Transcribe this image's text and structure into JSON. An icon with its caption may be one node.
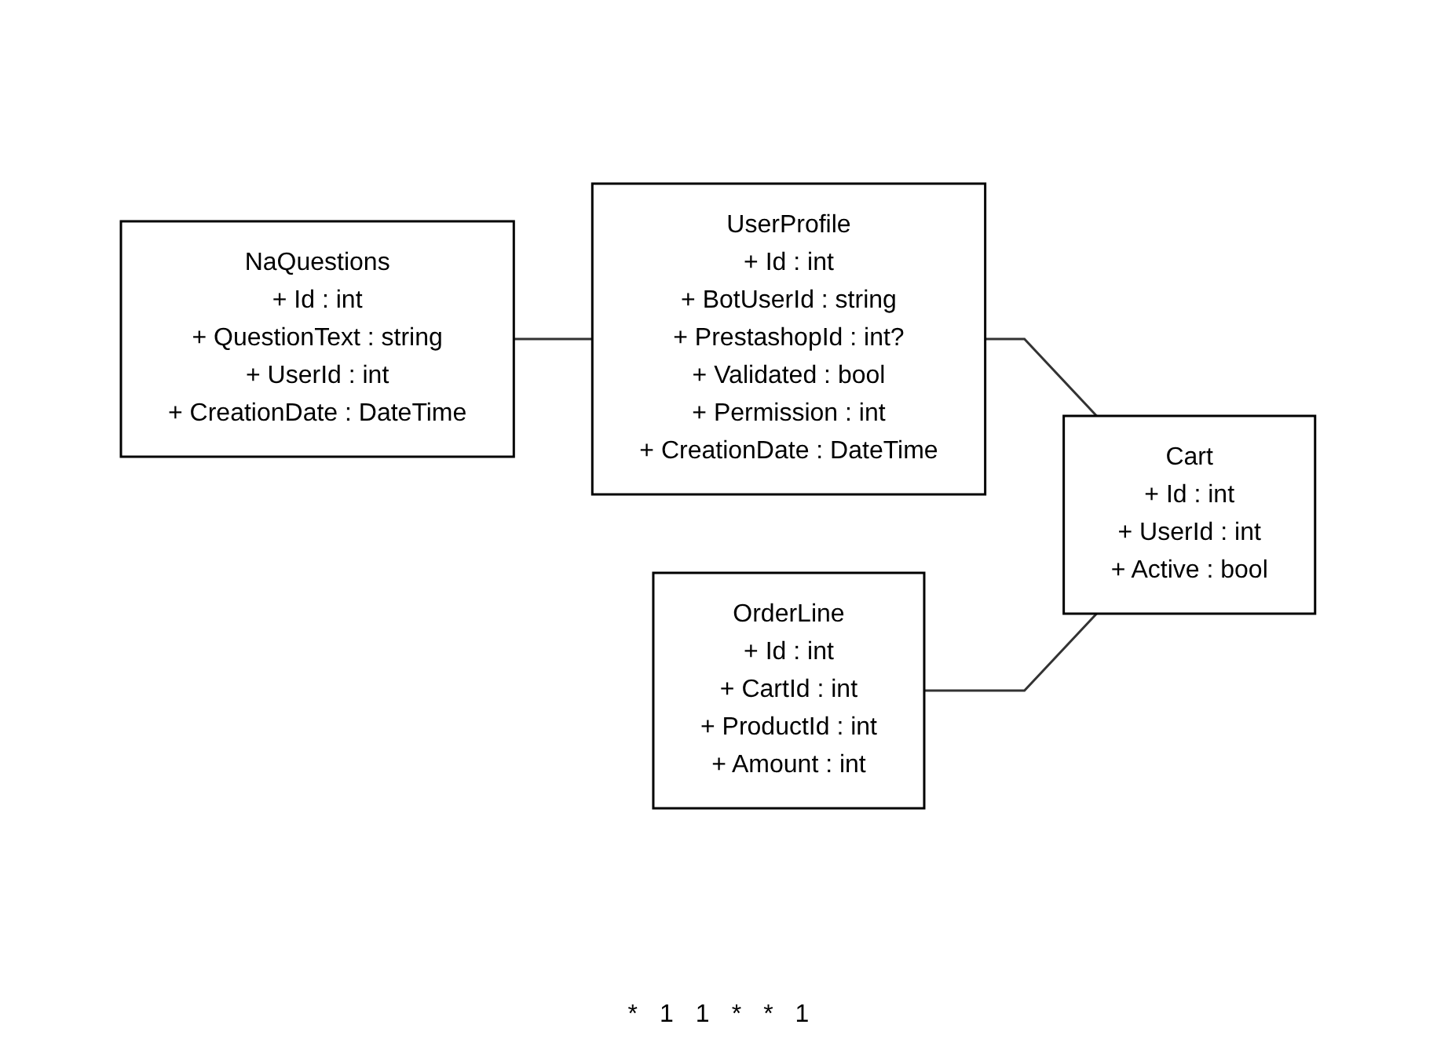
{
  "diagram": {
    "nodes": [
      {
        "text": [
          "NaQuestions",
          "+ Id : int",
          "+ QuestionText : string",
          "+ UserId : int",
          "+ CreationDate : DateTime"
        ]
      },
      {
        "text": [
          "UserProfile",
          "+ Id : int",
          "+ BotUserId : string",
          "+ PrestashopId : int?",
          "+ Validated : bool",
          "+ Permission : int",
          "+ CreationDate : DateTime"
        ]
      },
      {
        "text": [
          "OrderLine",
          "+ Id : int",
          "+ CartId : int",
          "+ ProductId : int",
          "+ Amount : int"
        ]
      },
      {
        "text": [
          "Cart",
          "+ Id : int",
          "+ UserId : int",
          "+ Active : bool"
        ]
      }
    ],
    "edges": [
      {
        "from": 0,
        "to": 1,
        "arrow": "none"
      },
      {
        "from": 1,
        "to": 3,
        "arrow": "none"
      },
      {
        "from": 2,
        "to": 3,
        "arrow": "none"
      }
    ],
    "labels": [
      "*",
      "1",
      "1",
      "*",
      "*",
      "1"
    ]
  }
}
